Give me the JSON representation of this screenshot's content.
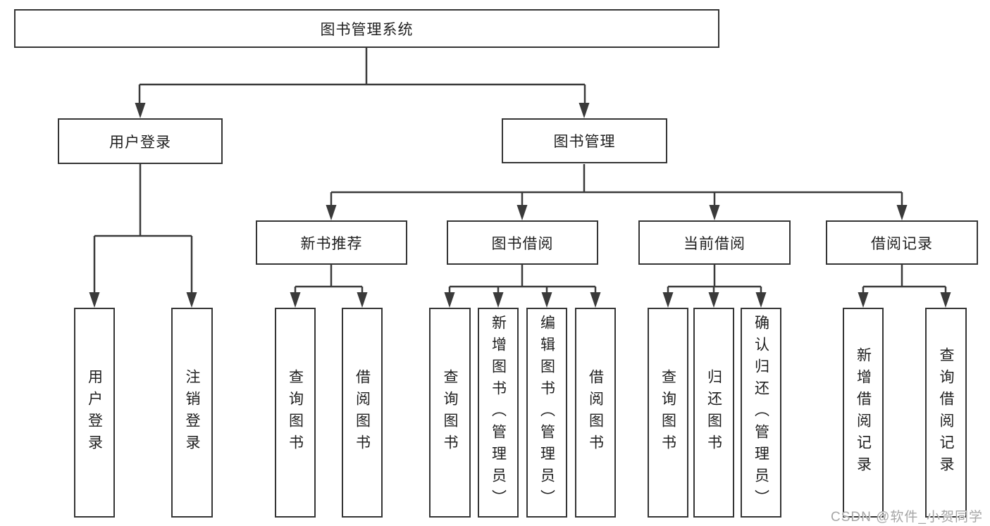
{
  "diagram": {
    "type": "hierarchy-tree",
    "tree": {
      "root": {
        "label": "图书管理系统",
        "children": [
          {
            "label": "用户登录",
            "children": [
              {
                "label": "用户登录"
              },
              {
                "label": "注销登录"
              }
            ]
          },
          {
            "label": "图书管理",
            "children": [
              {
                "label": "新书推荐",
                "children": [
                  {
                    "label": "查询图书"
                  },
                  {
                    "label": "借阅图书"
                  }
                ]
              },
              {
                "label": "图书借阅",
                "children": [
                  {
                    "label": "查询图书"
                  },
                  {
                    "label": "新增图书（管理员）"
                  },
                  {
                    "label": "编辑图书（管理员）"
                  },
                  {
                    "label": "借阅图书"
                  }
                ]
              },
              {
                "label": "当前借阅",
                "children": [
                  {
                    "label": "查询图书"
                  },
                  {
                    "label": "归还图书"
                  },
                  {
                    "label": "确认归还（管理员）"
                  }
                ]
              },
              {
                "label": "借阅记录",
                "children": [
                  {
                    "label": "新增借阅记录"
                  },
                  {
                    "label": "查询借阅记录"
                  }
                ]
              }
            ]
          }
        ]
      }
    },
    "colors": {
      "line": "#3a3a3a",
      "border": "#353535",
      "text": "#1f1f1f",
      "watermark": "#a6a6a6",
      "background": "#ffffff"
    }
  },
  "watermark": {
    "text": "CSDN @软件_小贺同学"
  }
}
